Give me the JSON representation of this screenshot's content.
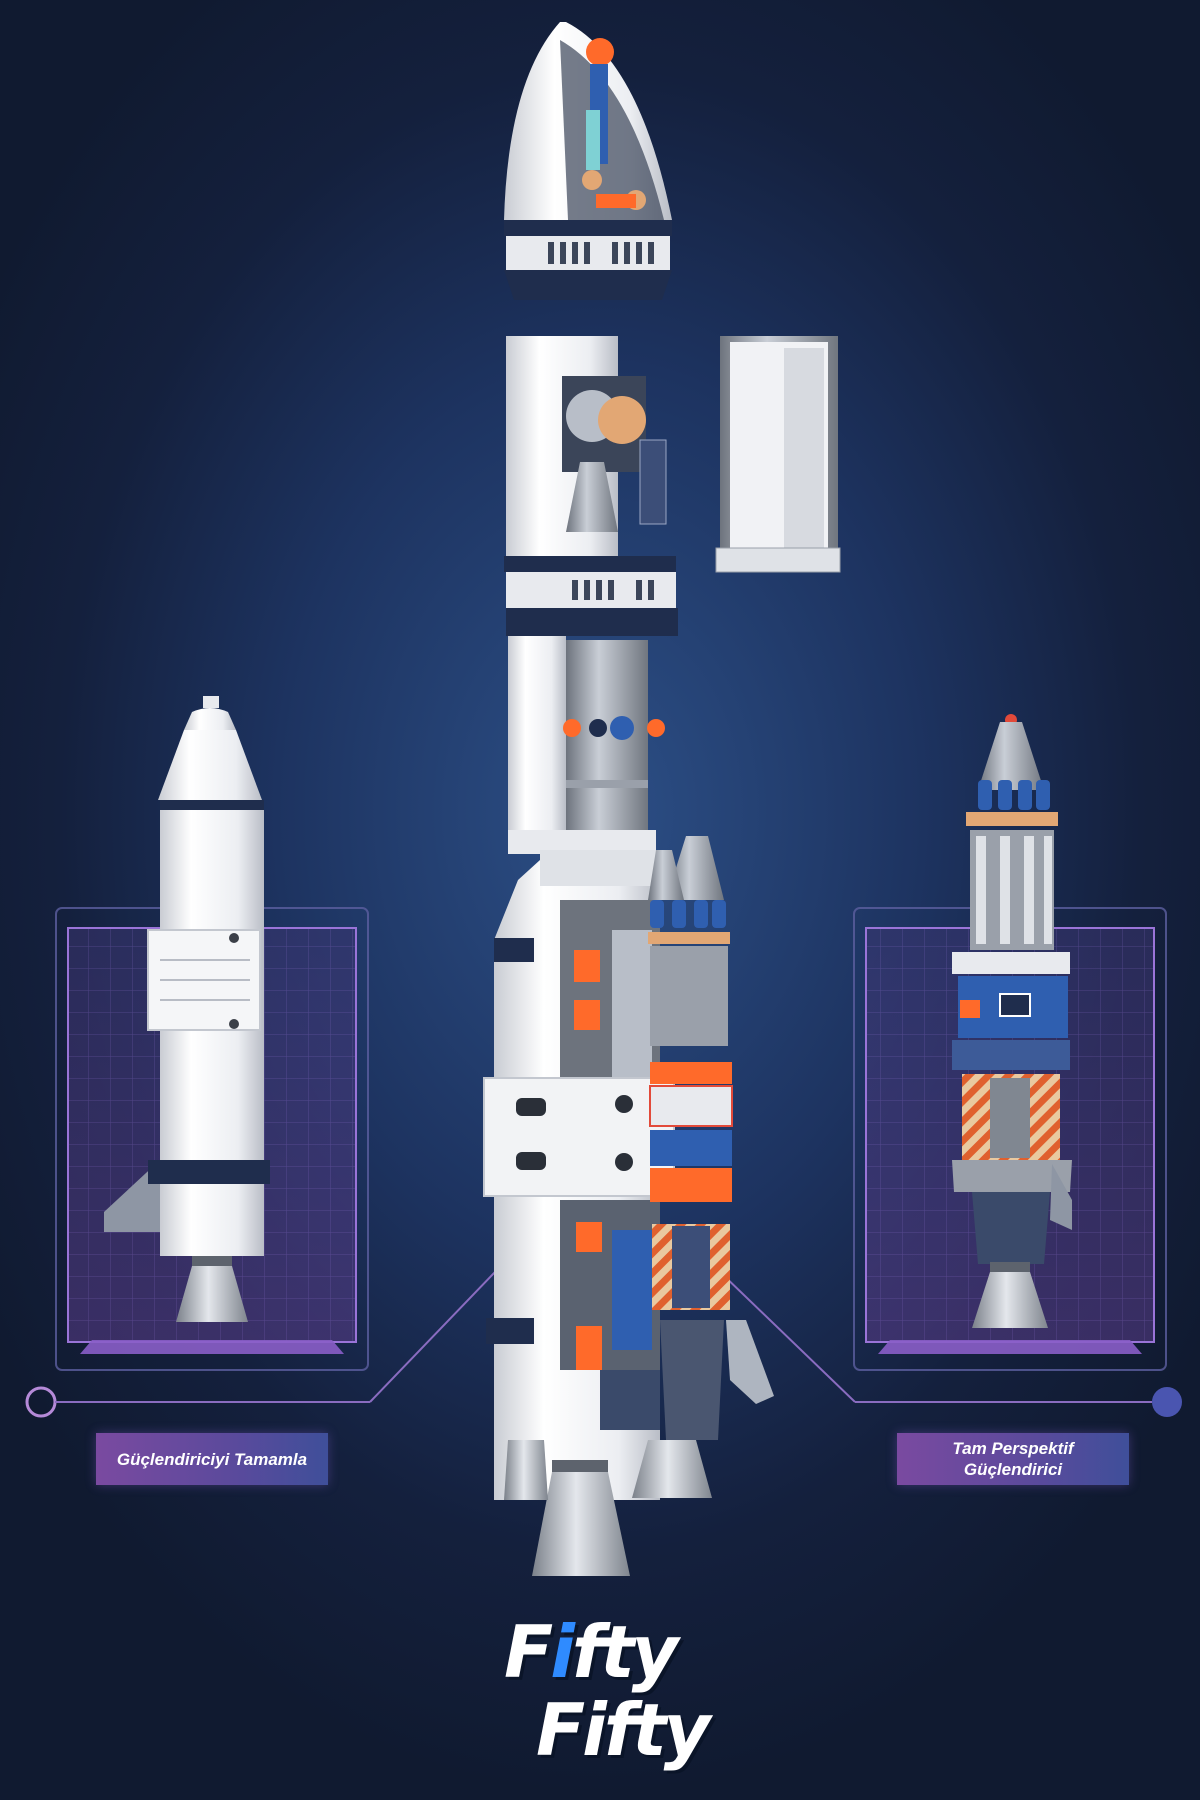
{
  "labels": {
    "left": "Güçlendiriciyi Tamamla",
    "right_line1": "Tam Perspektif",
    "right_line2": "Güçlendirici"
  },
  "brand": {
    "line1_pre": "F",
    "line1_accent": "i",
    "line1_post": "fty",
    "line2": "Fifty"
  },
  "colors": {
    "background": "#1d3360",
    "accent_blue": "#2f8bff",
    "label_purple": "#7a4aa0",
    "panel_glow": "#8a5ec8",
    "rocket_white": "#f2f3f5",
    "rocket_navy": "#1f2d4d",
    "part_orange": "#ff6a2a",
    "part_blue": "#2f5fb0"
  }
}
